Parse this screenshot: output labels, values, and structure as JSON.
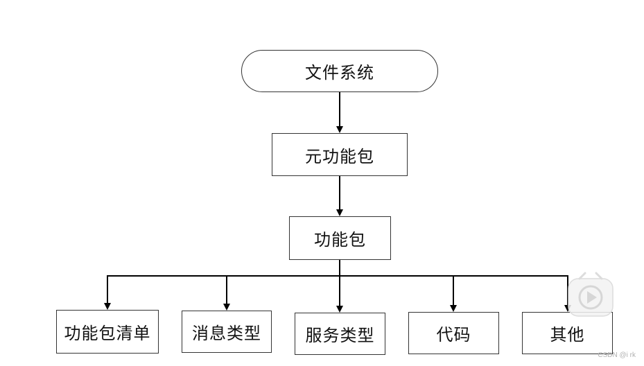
{
  "diagram": {
    "root": {
      "label": "文件系统"
    },
    "meta_package": {
      "label": "元功能包"
    },
    "package": {
      "label": "功能包"
    },
    "children": [
      {
        "label": "功能包清单"
      },
      {
        "label": "消息类型"
      },
      {
        "label": "服务类型"
      },
      {
        "label": "代码"
      },
      {
        "label": "其他"
      }
    ]
  },
  "overlay": {
    "watermark_text": "CSDN @i rk",
    "play_icon": "play-icon"
  },
  "colors": {
    "line": "#000000",
    "border": "#333333",
    "background": "#ffffff"
  }
}
